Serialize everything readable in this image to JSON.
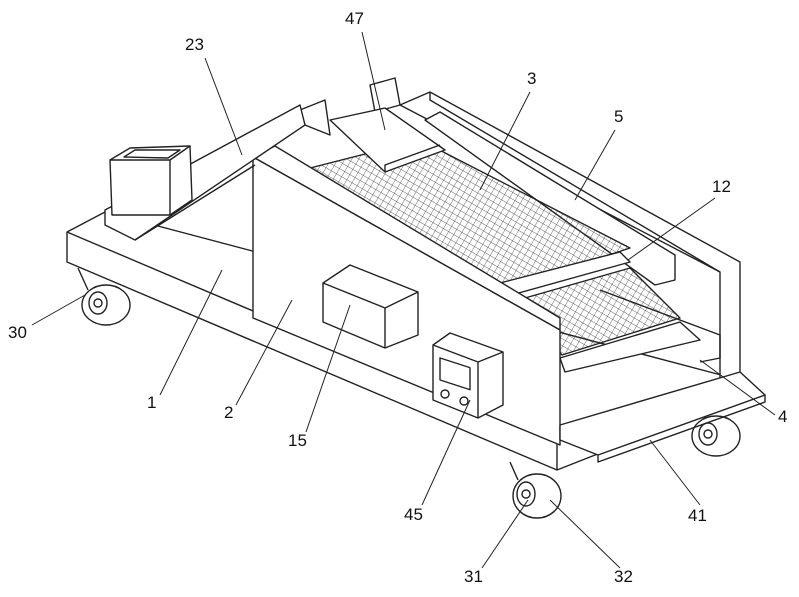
{
  "labels": {
    "l47": "47",
    "l23": "23",
    "l3": "3",
    "l5": "5",
    "l12": "12",
    "l30": "30",
    "l1": "1",
    "l2": "2",
    "l15": "15",
    "l45": "45",
    "l4": "4",
    "l41": "41",
    "l31": "31",
    "l32": "32"
  }
}
